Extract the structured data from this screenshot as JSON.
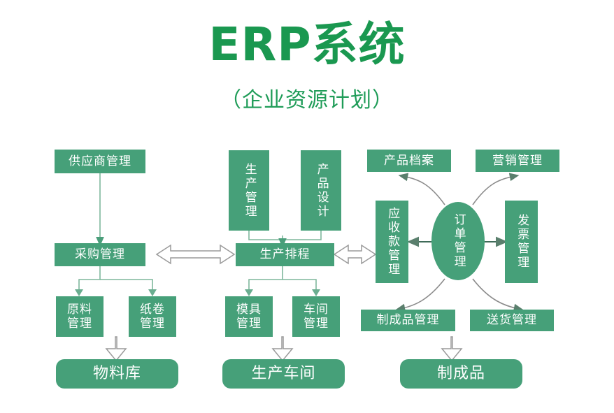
{
  "header": {
    "title": "ERP系统",
    "subtitle": "（企业资源计划）"
  },
  "colors": {
    "brand_green": "#1a9850",
    "box_green": "#46a079",
    "box_text": "#ffffff",
    "wire_gray": "#8a8a8a",
    "wire_green": "#4a9e7a",
    "background": "#ffffff"
  },
  "diagram": {
    "type": "flowchart",
    "columns": [
      {
        "name": "procurement",
        "nodes": [
          "supplier-management",
          "purchasing-management",
          "raw-material-management",
          "paper-roll-management",
          "material-warehouse"
        ]
      },
      {
        "name": "production",
        "nodes": [
          "production-management",
          "product-design",
          "production-scheduling",
          "mold-management",
          "workshop-management",
          "production-workshop"
        ]
      },
      {
        "name": "sales",
        "nodes": [
          "product-archive",
          "marketing-management",
          "receivables-management",
          "order-management",
          "invoice-management",
          "finished-goods-management",
          "delivery-management",
          "finished-goods"
        ]
      }
    ],
    "nodes": {
      "supplier_management": "供应商管理",
      "purchasing_management": "采购管理",
      "raw_material_management": "原料\n管理",
      "paper_roll_management": "纸卷\n管理",
      "material_warehouse": "物料库",
      "production_management": "生产管理",
      "product_design": "产品设计",
      "production_scheduling": "生产排程",
      "mold_management": "模具\n管理",
      "workshop_management": "车间\n管理",
      "production_workshop": "生产车间",
      "product_archive": "产品档案",
      "marketing_management": "营销管理",
      "receivables_management": "应收款管理",
      "order_management": "订单管理",
      "invoice_management": "发票管理",
      "finished_goods_management": "制成品管理",
      "delivery_management": "送货管理",
      "finished_goods": "制成品"
    },
    "connectors": [
      {
        "from": "supplier_management",
        "to": "purchasing_management",
        "style": "solid-arrow-down"
      },
      {
        "from": "purchasing_management",
        "to": "raw_material_management",
        "style": "solid-arrow-down"
      },
      {
        "from": "purchasing_management",
        "to": "paper_roll_management",
        "style": "solid-arrow-down"
      },
      {
        "from": "raw_material_management",
        "to": "material_warehouse",
        "style": "hollow-arrow-down"
      },
      {
        "from": "production_management",
        "to": "production_scheduling",
        "style": "solid-arrow-down"
      },
      {
        "from": "product_design",
        "to": "production_scheduling",
        "style": "solid-arrow-down"
      },
      {
        "from": "production_scheduling",
        "to": "mold_management",
        "style": "solid-arrow-down"
      },
      {
        "from": "production_scheduling",
        "to": "workshop_management",
        "style": "solid-arrow-down"
      },
      {
        "from": "mold_management",
        "to": "production_workshop",
        "style": "hollow-arrow-down"
      },
      {
        "from": "purchasing_management",
        "to": "production_scheduling",
        "style": "hollow-double-arrow"
      },
      {
        "from": "production_scheduling",
        "to": "receivables_management",
        "style": "hollow-double-arrow"
      },
      {
        "from": "order_management",
        "to": "receivables_management",
        "style": "solid-arrow-left"
      },
      {
        "from": "order_management",
        "to": "invoice_management",
        "style": "solid-arrow-right"
      },
      {
        "from": "order_management",
        "to": "product_archive",
        "style": "curved-arrow"
      },
      {
        "from": "order_management",
        "to": "marketing_management",
        "style": "curved-arrow"
      },
      {
        "from": "order_management",
        "to": "finished_goods_management",
        "style": "curved-arrow"
      },
      {
        "from": "order_management",
        "to": "delivery_management",
        "style": "curved-arrow"
      },
      {
        "from": "finished_goods_management",
        "to": "finished_goods",
        "style": "hollow-arrow-down"
      }
    ]
  }
}
